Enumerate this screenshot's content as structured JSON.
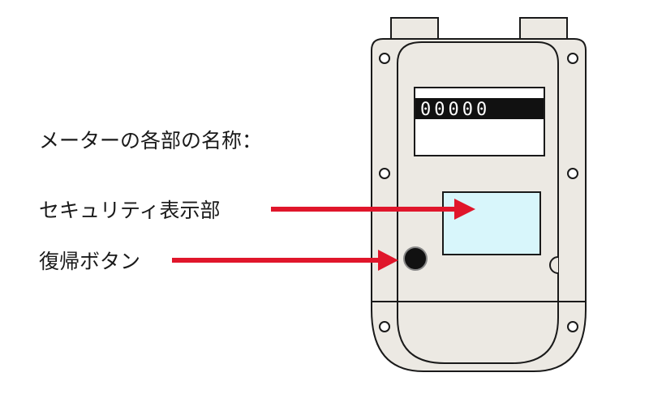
{
  "heading": "メーターの各部の名称：",
  "labels": {
    "security_display": "セキュリティ表示部",
    "reset_button": "復帰ボタン"
  },
  "meter": {
    "counter_value": "00000"
  },
  "colors": {
    "arrow": "#e0162b",
    "body_fill": "#ece9e3",
    "outline": "#1a1a1a",
    "security_panel": "#d8f6fb",
    "counter_bg": "#111111",
    "reset_button": "#111111"
  }
}
